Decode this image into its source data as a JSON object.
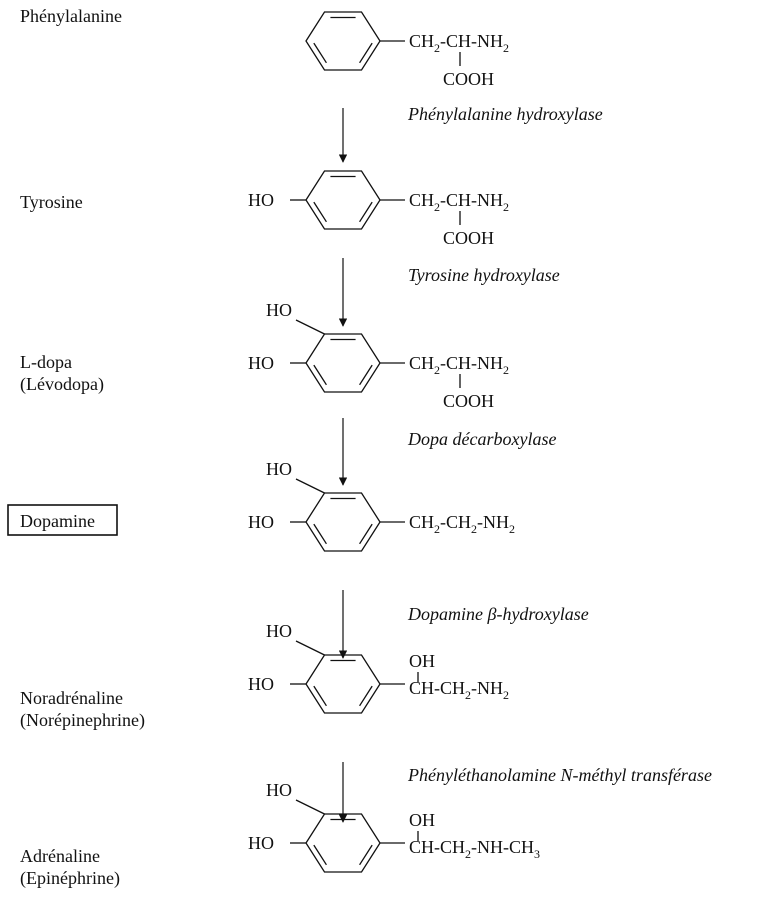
{
  "compounds": [
    {
      "name_lines": [
        "Phénylalanine"
      ],
      "substituent": "none",
      "chain": "aa",
      "boxed": false
    },
    {
      "name_lines": [
        "Tyrosine"
      ],
      "substituent": "p-OH",
      "chain": "aa",
      "boxed": false
    },
    {
      "name_lines": [
        "L-dopa",
        "(Lévodopa)"
      ],
      "substituent": "catechol",
      "chain": "aa",
      "boxed": false
    },
    {
      "name_lines": [
        "Dopamine"
      ],
      "substituent": "catechol",
      "chain": "amine",
      "boxed": true
    },
    {
      "name_lines": [
        "Noradrénaline",
        "(Norépinephrine)"
      ],
      "substituent": "catechol",
      "chain": "hydroxy-amine",
      "boxed": false
    },
    {
      "name_lines": [
        "Adrénaline",
        "(Epinéphrine)"
      ],
      "substituent": "catechol",
      "chain": "hydroxy-methylamine",
      "boxed": false
    }
  ],
  "enzymes": [
    "Phénylalanine hydroxylase",
    "Tyrosine hydroxylase",
    "Dopa décarboxylase",
    "Dopamine β-hydroxylase",
    "Phényléthanolamine N-méthyl transférase"
  ],
  "labels": {
    "ho": "HO",
    "oh": "OH",
    "cooh": "COOH"
  },
  "chain_text": {
    "aa": [
      [
        "CH",
        "2",
        "-CH-NH",
        "2"
      ]
    ],
    "amine": [
      [
        "CH",
        "2",
        "-CH",
        "2",
        "-NH",
        "2"
      ]
    ],
    "hydroxy-amine": [
      [
        "CH-CH",
        "2",
        "-NH",
        "2"
      ]
    ],
    "hydroxy-methylamine": [
      [
        "CH-CH",
        "2",
        "-NH-CH",
        "3"
      ]
    ]
  },
  "colors": {
    "ink": "#111111",
    "background": "#ffffff"
  }
}
